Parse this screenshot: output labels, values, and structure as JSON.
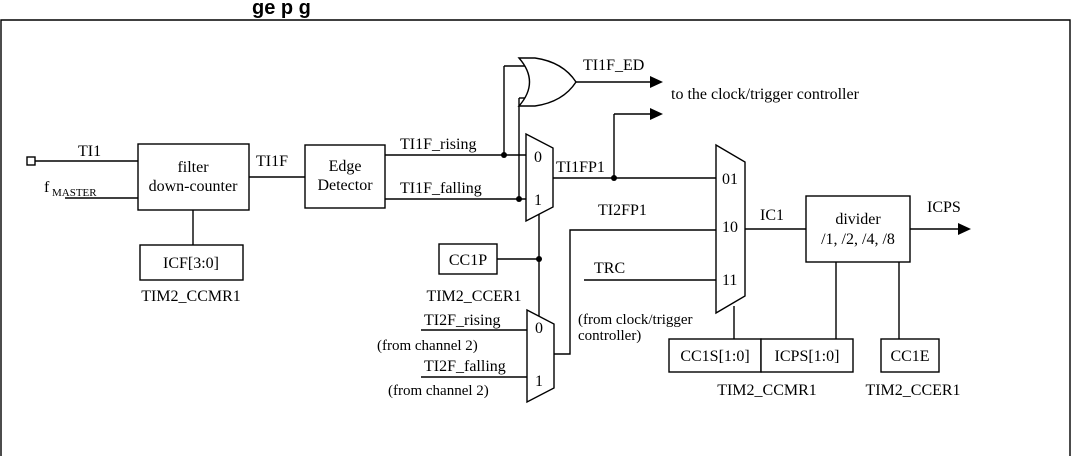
{
  "diagram": {
    "title": "ge   p  g",
    "signals": {
      "ti1": "TI1",
      "fmaster": "f",
      "fmaster_sub": "MASTER",
      "ti1f": "TI1F",
      "ti1f_rising": "TI1F_rising",
      "ti1f_falling": "TI1F_falling",
      "ti1f_ed": "TI1F_ED",
      "to_clock": "to the clock/trigger controller",
      "ti1fp1": "TI1FP1",
      "ti2fp1": "TI2FP1",
      "trc": "TRC",
      "from_clock_1": "(from clock/trigger",
      "from_clock_2": "controller)",
      "ic1": "IC1",
      "icps": "ICPS",
      "ti2f_rising": "TI2F_rising",
      "ti2f_falling": "TI2F_falling",
      "from_ch2_a": "(from channel 2)",
      "from_ch2_b": "(from channel 2)"
    },
    "blocks": {
      "filter_1": "filter",
      "filter_2": "down-counter",
      "edge_1": "Edge",
      "edge_2": "Detector",
      "icf": "ICF[3:0]",
      "cc1p": "CC1P",
      "divider_1": "divider",
      "divider_2": "/1, /2, /4, /8",
      "cc1s": "CC1S[1:0]",
      "icps_reg": "ICPS[1:0]",
      "cc1e": "CC1E"
    },
    "registers": {
      "ccmr1_a": "TIM2_CCMR1",
      "ccer1_a": "TIM2_CCER1",
      "ccmr1_b": "TIM2_CCMR1",
      "ccer1_b": "TIM2_CCER1"
    },
    "mux_inputs": {
      "m1_0": "0",
      "m1_1": "1",
      "m2_0": "0",
      "m2_1": "1",
      "m3_01": "01",
      "m3_10": "10",
      "m3_11": "11"
    }
  }
}
